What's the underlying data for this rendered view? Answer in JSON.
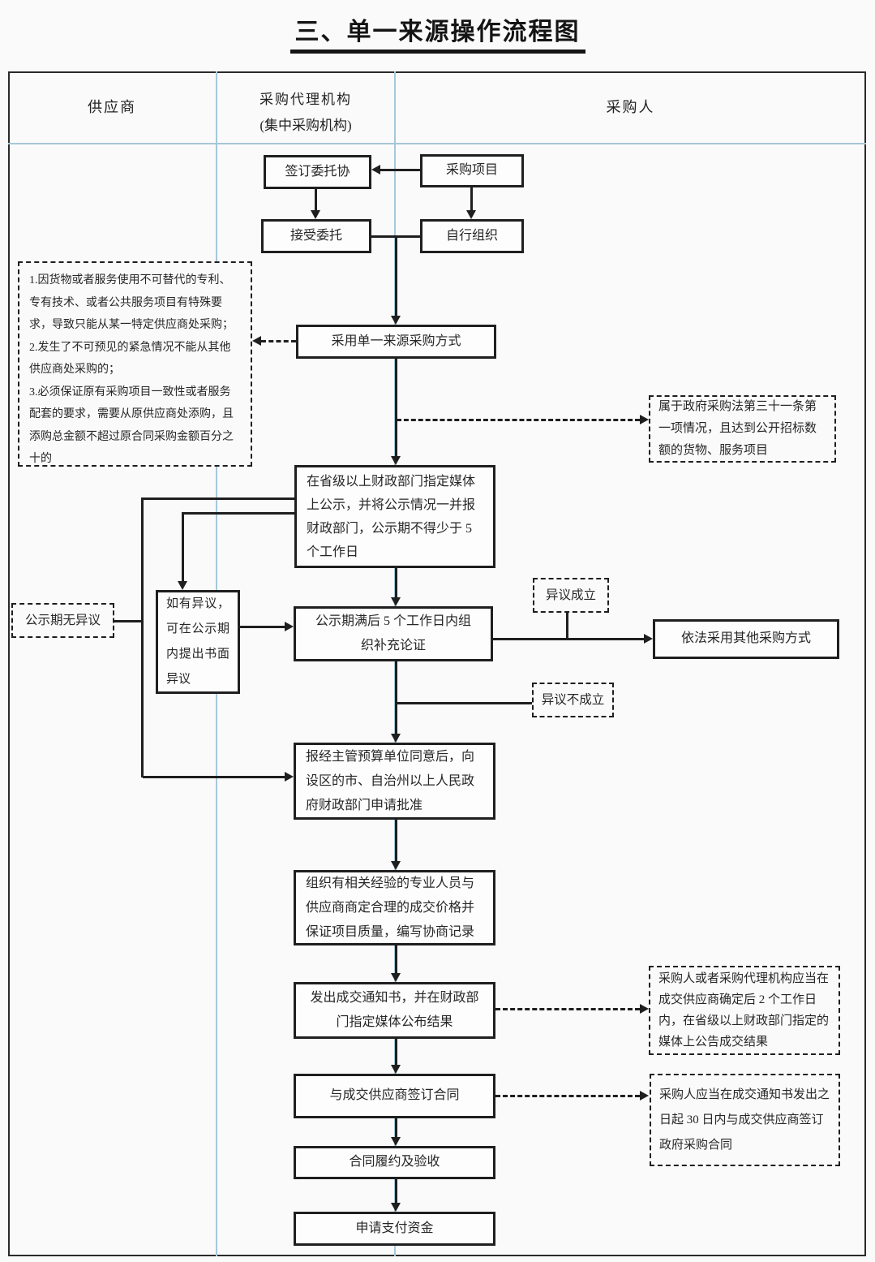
{
  "title": "三、单一来源操作流程图",
  "lanes": {
    "supplier": "供应商",
    "agency": "采购代理机构",
    "agency_sub": "(集中采购机构)",
    "purchaser": "采购人"
  },
  "nodes": {
    "sign_agreement": "签订委托协",
    "procurement_project": "采购项目",
    "accept_entrustment": "接受委托",
    "self_organize": "自行组织",
    "adopt_single_source": "采用单一来源采购方式",
    "publicize": "在省级以上财政部门指定媒体上公示，并将公示情况一并报财政部门，公示期不得少于 5 个工作日",
    "objection_during_publicity": "如有异议，可在公示期内提出书面异议",
    "supplementary_demonstration": "公示期满后 5 个工作日内组织补充论证",
    "other_method": "依法采用其他采购方式",
    "apply_approval": "报经主管预算单位同意后，向设区的市、自治州以上人民政府财政部门申请批准",
    "negotiate": "组织有相关经验的专业人员与供应商商定合理的成交价格并保证项目质量，编写协商记录",
    "issue_notice": "发出成交通知书，并在财政部门指定媒体公布结果",
    "sign_contract": "与成交供应商签订合同",
    "performance_acceptance": "合同履约及验收",
    "apply_payment": "申请支付资金"
  },
  "annotations": {
    "conditions": [
      "1.因货物或者服务使用不可替代的专利、专有技术、或者公共服务项目有特殊要求，导致只能从某一特定供应商处采购；",
      "2.发生了不可预见的紧急情况不能从其他供应商处采购的；",
      "3.必须保证原有采购项目一致性或者服务配套的要求，需要从原供应商处添购，且添购总金额不超过原合同采购金额百分之十的"
    ],
    "law_31": "属于政府采购法第三十一条第一项情况，且达到公开招标数额的货物、服务项目",
    "no_objection": "公示期无异议",
    "objection_valid": "异议成立",
    "objection_invalid": "异议不成立",
    "announce_result": "采购人或者采购代理机构应当在成交供应商确定后 2 个工作日内，在省级以上财政部门指定的媒体上公告成交结果",
    "sign_within_30": "采购人应当在成交通知书发出之日起 30 日内与成交供应商签订政府采购合同"
  },
  "colors": {
    "ink": "#1f1f1f",
    "lane_divider": "#a6c7d8",
    "paper": "#fbfafa",
    "box_bg": "#fdfdfd"
  }
}
